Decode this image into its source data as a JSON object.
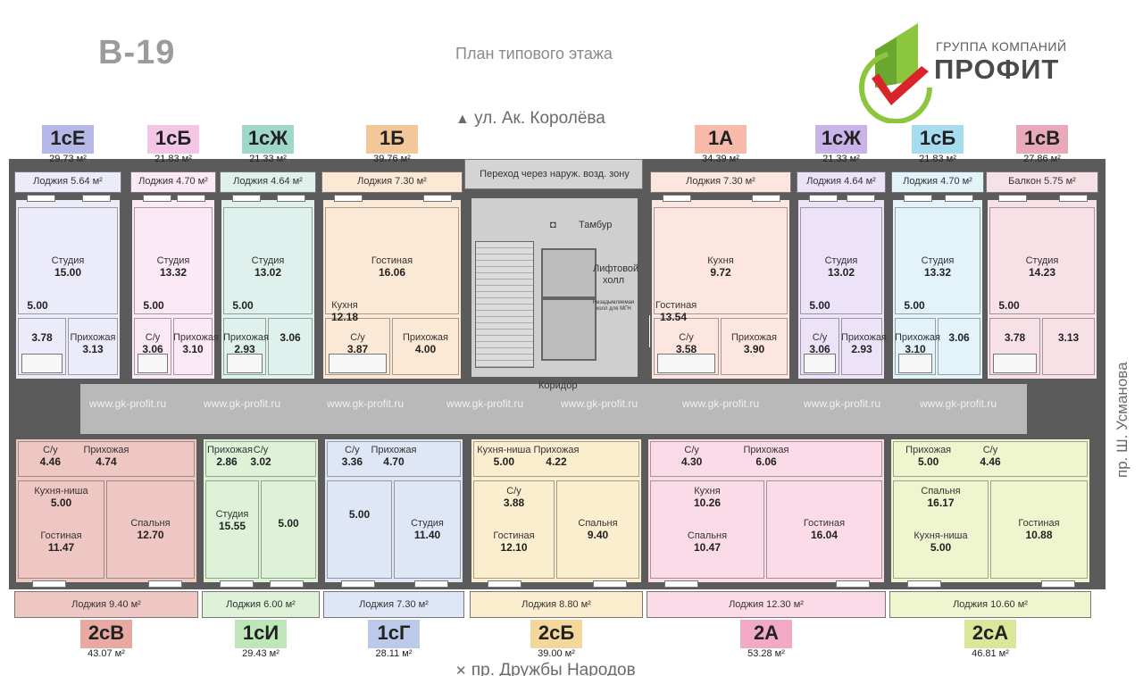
{
  "header": {
    "building_code": "В-19",
    "plan_title": "План типового этажа",
    "logo_line1": "ГРУППА КОМПАНИЙ",
    "logo_line2": "ПРОФИТ"
  },
  "streets": {
    "top": "ул. Ак. Королёва",
    "right": "пр. Ш. Усманова",
    "bottom": "пр. Дружбы Народов"
  },
  "colors": {
    "logo_green": "#8cc63f",
    "logo_red": "#d9252a",
    "plan_wall": "#5b5b5b",
    "corridor": "#b9b9b9"
  },
  "core": {
    "transition": "Переход через наруж. возд. зону",
    "vestibule": "Тамбур",
    "lift_hall": "Лифтовой холл",
    "safe_zone": "Незадымляемая холл для МГН",
    "corridor": "Коридор",
    "watermark": "www.gk-profit.ru"
  },
  "top_apartments": [
    {
      "code": "1сЕ",
      "area": "29.73 м²",
      "color": "#b6b8e8",
      "balcony": "Лоджия 5.64 м²",
      "fill": "#ebebfa",
      "rooms": [
        {
          "v": "15.00",
          "n": "Студия"
        },
        {
          "v": "5.00",
          "n": ""
        },
        {
          "v": "3.13",
          "n": "Прихожая"
        },
        {
          "v": "3.78",
          "n": ""
        }
      ]
    },
    {
      "code": "1сБ",
      "area": "21.83 м²",
      "color": "#f3c6e6",
      "balcony": "Лоджия 4.70 м²",
      "fill": "#fbe9f5",
      "rooms": [
        {
          "v": "13.32",
          "n": "Студия"
        },
        {
          "v": "5.00",
          "n": ""
        },
        {
          "v": "3.10",
          "n": "Прихожая"
        },
        {
          "v": "3.06",
          "n": "С/у"
        }
      ]
    },
    {
      "code": "1сЖ",
      "area": "21.33 м²",
      "color": "#9fd8c8",
      "balcony": "Лоджия 4.64 м²",
      "fill": "#dff1ec",
      "rooms": [
        {
          "v": "13.02",
          "n": "Студия"
        },
        {
          "v": "5.00",
          "n": ""
        },
        {
          "v": "3.06",
          "n": ""
        },
        {
          "v": "2.93",
          "n": "Прихожая"
        }
      ]
    },
    {
      "code": "1Б",
      "area": "39.76 м²",
      "color": "#f2c79a",
      "balcony": "Лоджия 7.30 м²",
      "fill": "#fbe9d6",
      "rooms": [
        {
          "v": "16.06",
          "n": "Гостиная"
        },
        {
          "v": "12.18",
          "n": "Кухня"
        },
        {
          "v": "4.00",
          "n": "Прихожая"
        },
        {
          "v": "3.87",
          "n": "С/у"
        }
      ]
    },
    {
      "code": "1А",
      "area": "34.39 м²",
      "color": "#f7b9a9",
      "balcony": "Лоджия 7.30 м²",
      "fill": "#fde6e0",
      "rooms": [
        {
          "v": "9.72",
          "n": "Кухня"
        },
        {
          "v": "13.54",
          "n": "Гостиная"
        },
        {
          "v": "3.90",
          "n": "Прихожая"
        },
        {
          "v": "3.58",
          "n": "С/у"
        }
      ]
    },
    {
      "code": "1сЖ",
      "area": "21.33 м²",
      "color": "#c8b4e8",
      "balcony": "Лоджия 4.64 м²",
      "fill": "#ece3f8",
      "rooms": [
        {
          "v": "13.02",
          "n": "Студия"
        },
        {
          "v": "5.00",
          "n": ""
        },
        {
          "v": "2.93",
          "n": "Прихожая"
        },
        {
          "v": "3.06",
          "n": "С/у"
        }
      ]
    },
    {
      "code": "1сБ",
      "area": "21.83 м²",
      "color": "#a7dcef",
      "balcony": "Лоджия 4.70 м²",
      "fill": "#e2f3fa",
      "rooms": [
        {
          "v": "13.32",
          "n": "Студия"
        },
        {
          "v": "5.00",
          "n": ""
        },
        {
          "v": "3.06",
          "n": ""
        },
        {
          "v": "3.10",
          "n": "Прихожая"
        }
      ]
    },
    {
      "code": "1сВ",
      "area": "27.86 м²",
      "color": "#e8a9b8",
      "balcony": "Балкон 5.75 м²",
      "fill": "#f7e1e6",
      "rooms": [
        {
          "v": "14.23",
          "n": "Студия"
        },
        {
          "v": "5.00",
          "n": ""
        },
        {
          "v": "3.13",
          "n": ""
        },
        {
          "v": "3.78",
          "n": ""
        }
      ]
    }
  ],
  "bottom_apartments": [
    {
      "code": "2сВ",
      "area": "43.07 м²",
      "color": "#e8a9a3",
      "balcony": "Лоджия 9.40 м²",
      "fill": "#efc7c2",
      "rooms": [
        {
          "v": "4.46",
          "n": "С/у"
        },
        {
          "v": "4.74",
          "n": "Прихожая"
        },
        {
          "v": "5.00",
          "n": "Кухня-ниша"
        },
        {
          "v": "11.47",
          "n": "Гостиная"
        },
        {
          "v": "12.70",
          "n": "Спальня"
        }
      ]
    },
    {
      "code": "1сИ",
      "area": "29.43 м²",
      "color": "#bfe6b8",
      "balcony": "Лоджия 6.00 м²",
      "fill": "#def2d8",
      "rooms": [
        {
          "v": "2.86",
          "n": "Прихожая"
        },
        {
          "v": "3.02",
          "n": "С/у"
        },
        {
          "v": "15.55",
          "n": "Студия"
        },
        {
          "v": "5.00",
          "n": ""
        }
      ]
    },
    {
      "code": "1сГ",
      "area": "28.11 м²",
      "color": "#bcc9e8",
      "balcony": "Лоджия 7.30 м²",
      "fill": "#dfe6f5",
      "rooms": [
        {
          "v": "3.36",
          "n": "С/у"
        },
        {
          "v": "4.70",
          "n": "Прихожая"
        },
        {
          "v": "5.00",
          "n": ""
        },
        {
          "v": "11.40",
          "n": "Студия"
        }
      ]
    },
    {
      "code": "2сБ",
      "area": "39.00 м²",
      "color": "#f4d79a",
      "balcony": "Лоджия 8.80 м²",
      "fill": "#fbeecf",
      "rooms": [
        {
          "v": "5.00",
          "n": "Кухня-ниша"
        },
        {
          "v": "4.22",
          "n": "Прихожая"
        },
        {
          "v": "3.88",
          "n": "С/у"
        },
        {
          "v": "12.10",
          "n": "Гостиная"
        },
        {
          "v": "9.40",
          "n": "Спальня"
        }
      ]
    },
    {
      "code": "2А",
      "area": "53.28 м²",
      "color": "#f2a9c6",
      "balcony": "Лоджия 12.30 м²",
      "fill": "#fbdbe7",
      "rooms": [
        {
          "v": "4.30",
          "n": "С/у"
        },
        {
          "v": "6.06",
          "n": "Прихожая"
        },
        {
          "v": "10.26",
          "n": "Кухня"
        },
        {
          "v": "10.47",
          "n": "Спальня"
        },
        {
          "v": "16.04",
          "n": "Гостиная"
        }
      ]
    },
    {
      "code": "2сА",
      "area": "46.81 м²",
      "color": "#d8e79a",
      "balcony": "Лоджия 10.60 м²",
      "fill": "#eef5cf",
      "rooms": [
        {
          "v": "5.00",
          "n": "Прихожая"
        },
        {
          "v": "4.46",
          "n": "С/у"
        },
        {
          "v": "16.17",
          "n": "Спальня"
        },
        {
          "v": "5.00",
          "n": "Кухня-ниша"
        },
        {
          "v": "10.88",
          "n": "Гостиная"
        }
      ]
    }
  ]
}
